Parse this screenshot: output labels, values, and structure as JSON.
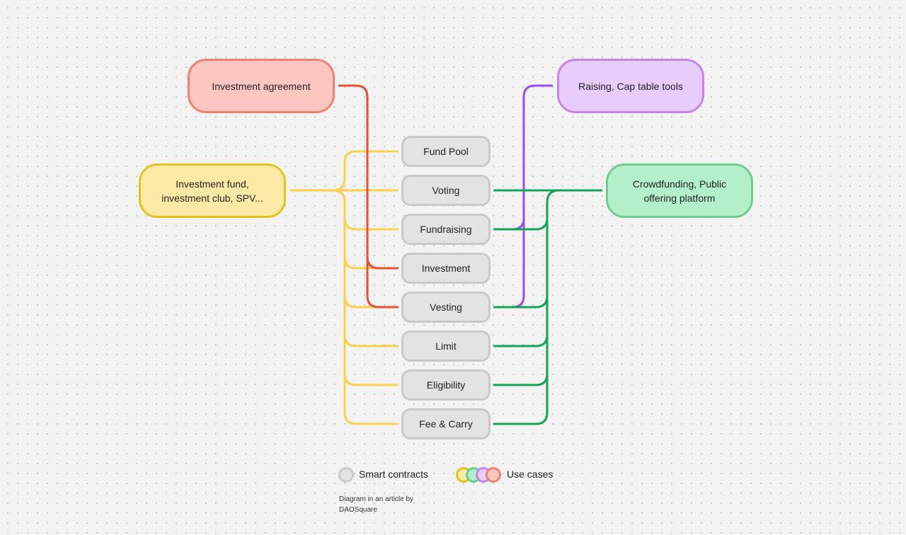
{
  "use_cases": {
    "investment_agreement": {
      "label": "Investment agreement",
      "fill": "#fdc7c1",
      "border": "#f0806f",
      "wire": "#e8502e"
    },
    "investment_fund": {
      "line1": "Investment fund,",
      "line2": "investment club, SPV...",
      "fill": "#fde9a6",
      "border": "#e2c21c",
      "wire": "#fcd04a"
    },
    "raising": {
      "label": "Raising, Cap table tools",
      "fill": "#e8ccfb",
      "border": "#c683f2",
      "wire": "#9b4df1"
    },
    "crowdfunding": {
      "line1": "Crowdfunding, Public",
      "line2": "offering platform",
      "fill": "#b4efcb",
      "border": "#6dcd91",
      "wire": "#12a656"
    }
  },
  "smart_contracts": [
    "Fund Pool",
    "Voting",
    "Fundraising",
    "Investment",
    "Vesting",
    "Limit",
    "Eligibility",
    "Fee & Carry"
  ],
  "legend": {
    "smart_contracts_label": "Smart contracts",
    "use_cases_label": "Use cases"
  },
  "credit": {
    "line1": "Diagram in an article by",
    "line2": "DAOSquare"
  },
  "colors": {
    "contract_fill": "#e3e3e3",
    "contract_border": "#c9c9c9"
  }
}
